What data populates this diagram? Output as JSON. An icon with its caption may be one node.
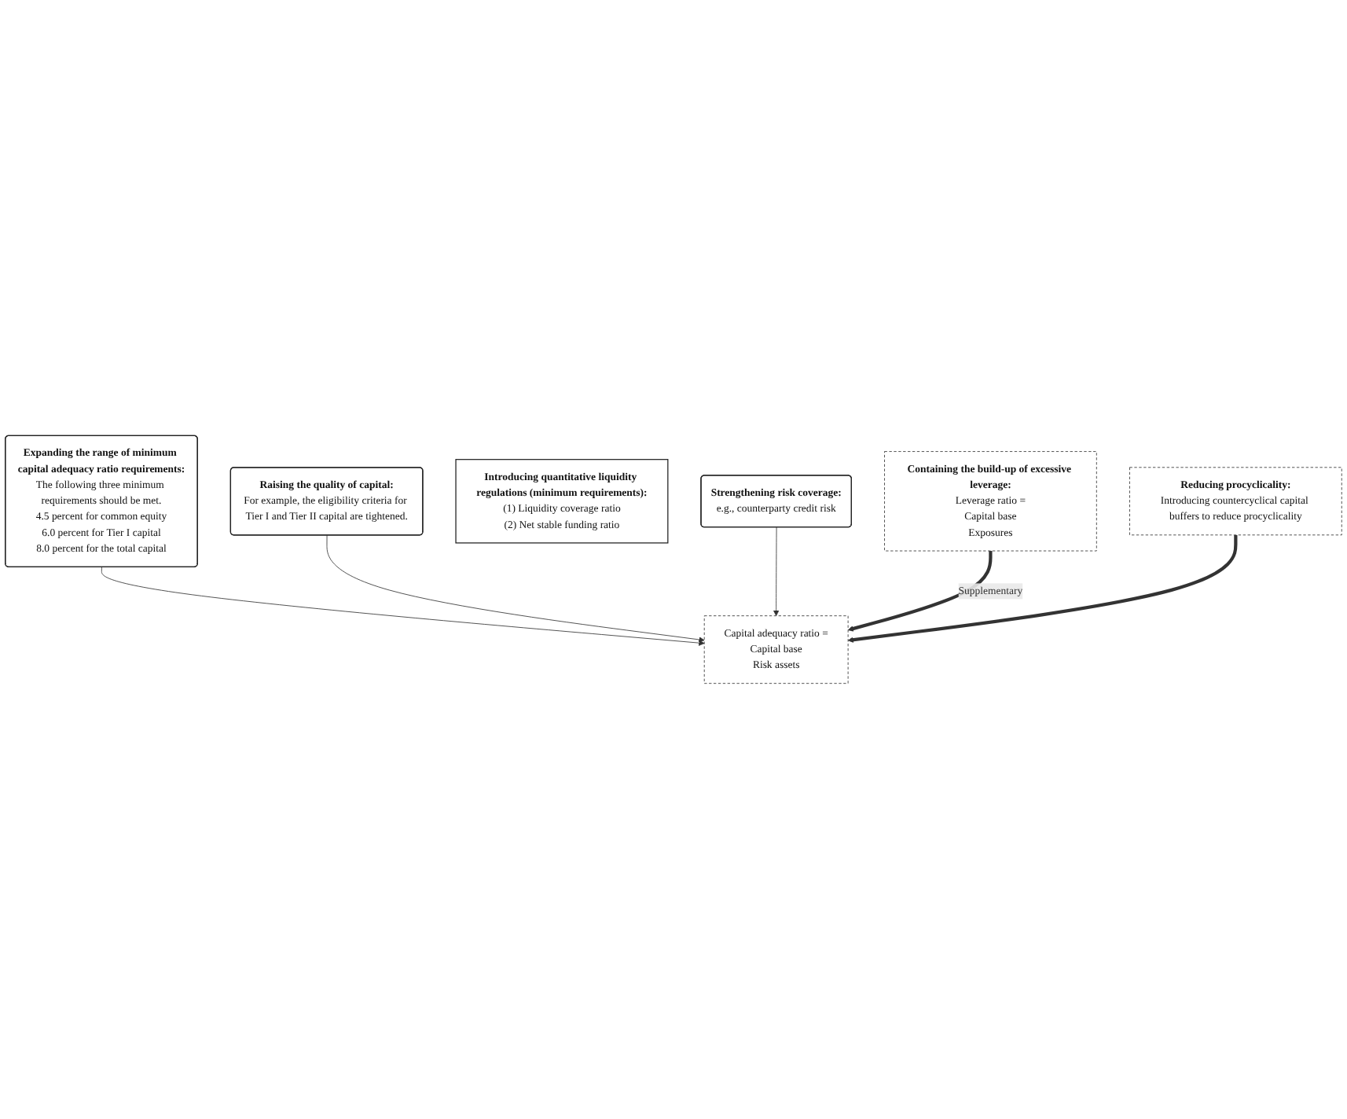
{
  "diagram": {
    "nodes": [
      {
        "text": [
          "Capital adequacy ratio =",
          "Capital base",
          "Risk assets"
        ]
      },
      {
        "text": [
          "Expanding the range of minimum capital adequacy ratio requirements:",
          "The following three minimum requirements should be met.",
          "4.5 percent for common equity",
          "6.0 percent for Tier I capital",
          "8.0 percent for the total capital"
        ]
      },
      {
        "text": [
          "Raising the quality of capital:",
          "For example, the eligibility criteria for Tier I and Tier II capital are tightened."
        ]
      },
      {
        "text": [
          "Introducing quantitative liquidity regulations (minimum requirements):",
          "(1) Liquidity coverage ratio",
          "(2) Net stable funding ratio"
        ]
      },
      {
        "text": [
          "Strengthening risk coverage:",
          "e.g., counterparty credit risk"
        ]
      },
      {
        "text": [
          "Containing the build-up of excessive leverage:",
          "Leverage ratio =",
          "Capital base",
          "Exposures"
        ]
      },
      {
        "text": [
          "Reducing procyclicality:",
          "Introducing countercyclical capital buffers to reduce procyclicality"
        ]
      }
    ],
    "edges": [
      {
        "from": 1,
        "to": 0,
        "arrow": "to"
      },
      {
        "from": 2,
        "to": 0,
        "arrow": "to"
      },
      {
        "from": 4,
        "to": 0,
        "arrow": "to"
      },
      {
        "from": 5,
        "to": 0,
        "arrow": "to",
        "label": "Supplementary",
        "style": "thick"
      },
      {
        "from": 6,
        "to": 0,
        "arrow": "to",
        "style": "thick"
      }
    ]
  }
}
